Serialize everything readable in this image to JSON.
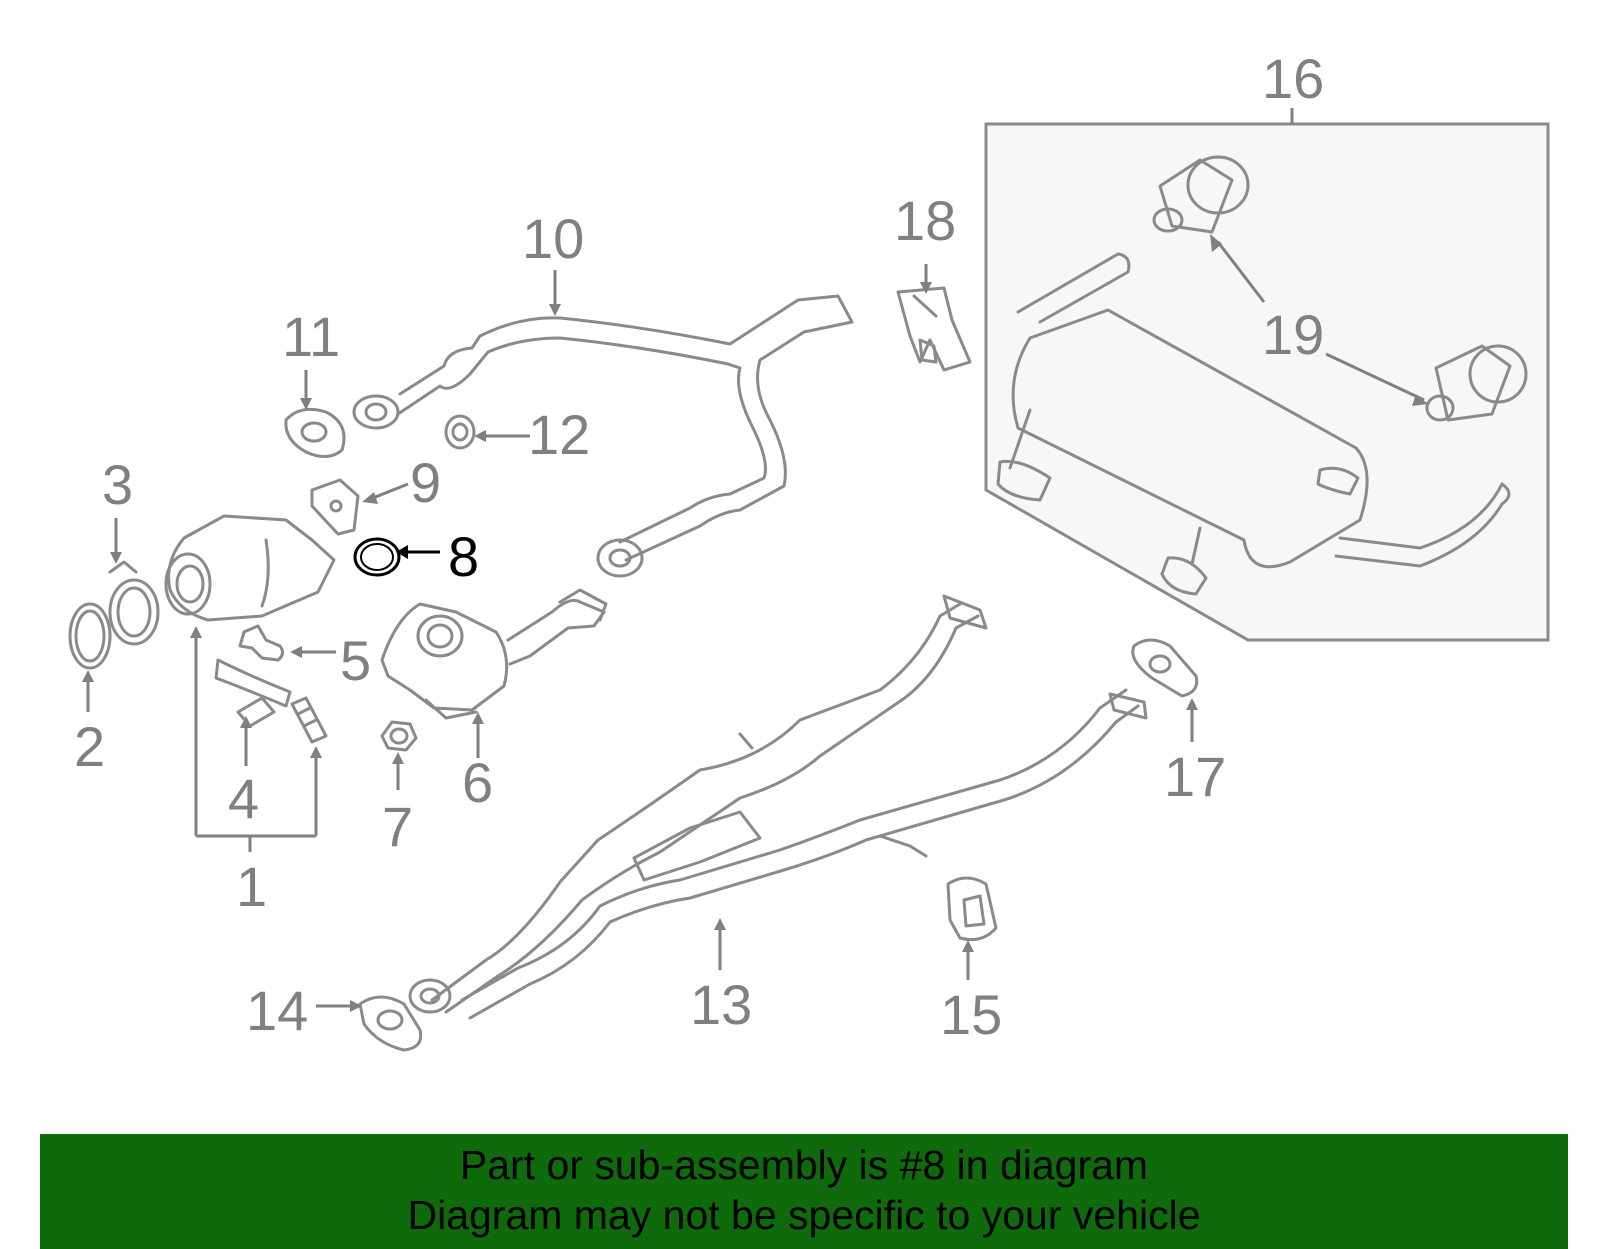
{
  "diagram": {
    "highlighted_part": "8",
    "callouts": [
      "1",
      "2",
      "3",
      "4",
      "5",
      "6",
      "7",
      "8",
      "9",
      "10",
      "11",
      "12",
      "13",
      "14",
      "15",
      "16",
      "17",
      "18",
      "19"
    ]
  },
  "banner": {
    "line1": "Part or sub-assembly is #8 in diagram",
    "line2": "Diagram may not be specific to your vehicle",
    "background_color": "#0f6a0b"
  },
  "colors": {
    "line_gray": "#8a8a8a",
    "label_gray": "#808080",
    "highlight": "#000000",
    "box_fill": "#f7f7f7"
  }
}
